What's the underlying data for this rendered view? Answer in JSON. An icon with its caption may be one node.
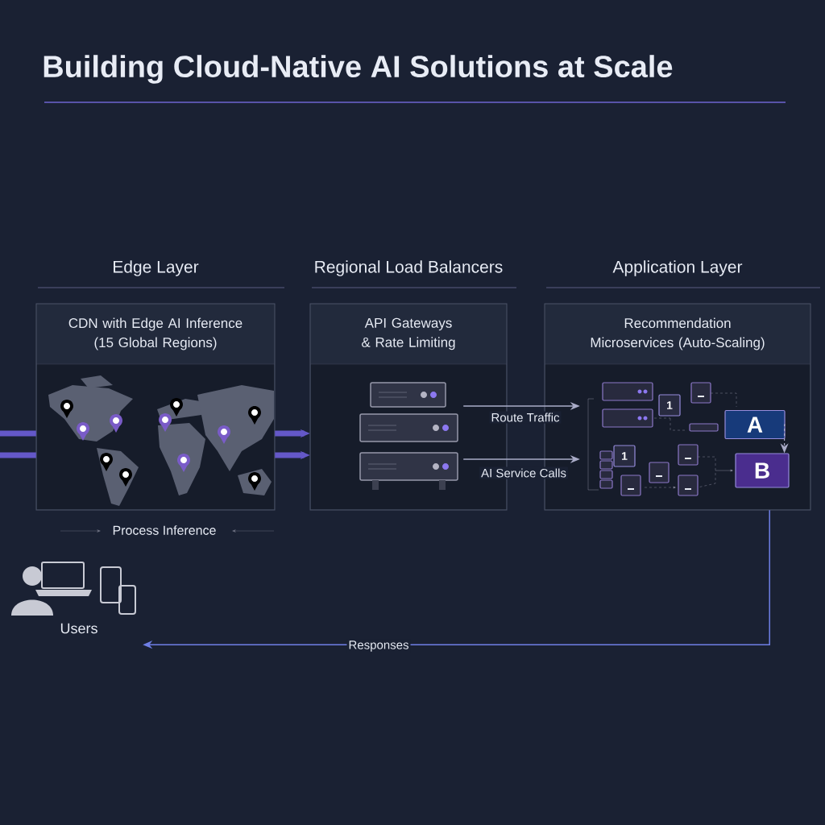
{
  "diagram": {
    "title": "Building Cloud-Native AI Solutions at Scale",
    "nodes": [
      {
        "text": [
          "Edge Layer",
          "CDN with Edge AI Inference (15 Global Regions)"
        ]
      },
      {
        "text": [
          "Regional Load Balancers",
          "API Gateways & Rate Limiting"
        ]
      },
      {
        "text": [
          "Application Layer",
          "Recommendation Microservices (Auto-Scaling)"
        ]
      },
      {
        "text": [
          "Users"
        ]
      },
      {
        "text": [
          "A"
        ],
        "in": 2
      },
      {
        "text": [
          "B"
        ],
        "in": 2
      },
      {
        "text": [
          "1"
        ],
        "in": 2
      },
      {
        "text": [
          "1"
        ],
        "in": 2
      }
    ],
    "edges": [
      {
        "from": null,
        "to": 0,
        "arrow": "none",
        "style": "thick"
      },
      {
        "from": null,
        "to": 0,
        "arrow": "none",
        "style": "thick"
      },
      {
        "from": 0,
        "to": 1,
        "arrow": "to",
        "style": "thick"
      },
      {
        "from": 0,
        "to": 1,
        "arrow": "to",
        "style": "thick"
      },
      {
        "from": 1,
        "to": 2,
        "arrow": "to",
        "label": "Route Traffic"
      },
      {
        "from": 1,
        "to": 2,
        "arrow": "to",
        "label": "AI Service Calls"
      },
      {
        "from": 2,
        "to": 3,
        "arrow": "to",
        "label": "Responses",
        "color": "#6f7fe6"
      },
      {
        "from": 4,
        "to": 5,
        "arrow": "to",
        "style": "dashed"
      }
    ],
    "labels": [
      "Process Inference"
    ]
  }
}
